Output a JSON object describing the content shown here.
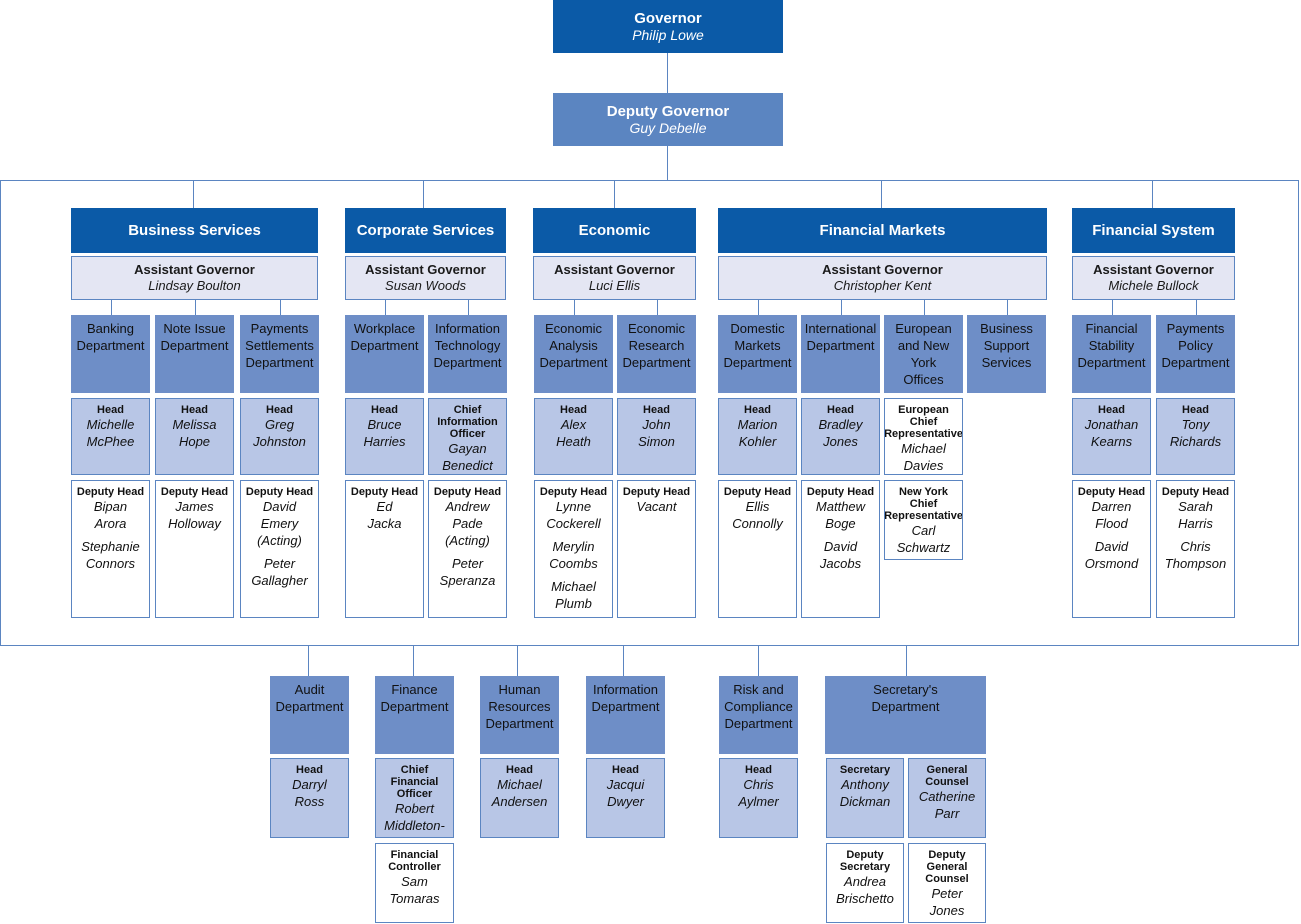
{
  "governor": {
    "title": "Governor",
    "name": "Philip Lowe"
  },
  "deputy_governor": {
    "title": "Deputy Governor",
    "name": "Guy Debelle"
  },
  "groups": [
    {
      "name": "Business Services",
      "ag_title": "Assistant Governor",
      "ag_name": "Lindsay Boulton"
    },
    {
      "name": "Corporate Services",
      "ag_title": "Assistant Governor",
      "ag_name": "Susan Woods"
    },
    {
      "name": "Economic",
      "ag_title": "Assistant Governor",
      "ag_name": "Luci Ellis"
    },
    {
      "name": "Financial Markets",
      "ag_title": "Assistant Governor",
      "ag_name": "Christopher Kent"
    },
    {
      "name": "Financial System",
      "ag_title": "Assistant Governor",
      "ag_name": "Michele Bullock"
    }
  ],
  "departments": [
    {
      "name": "Banking\nDepartment",
      "head": {
        "role": "Head",
        "names": [
          "Michelle\nMcPhee"
        ]
      },
      "deputy": {
        "role": "Deputy Head",
        "names": [
          "Bipan\nArora",
          "Stephanie\nConnors"
        ]
      }
    },
    {
      "name": "Note Issue\nDepartment",
      "head": {
        "role": "Head",
        "names": [
          "Melissa\nHope"
        ]
      },
      "deputy": {
        "role": "Deputy Head",
        "names": [
          "James\nHolloway"
        ]
      }
    },
    {
      "name": "Payments\nSettlements\nDepartment",
      "head": {
        "role": "Head",
        "names": [
          "Greg\nJohnston"
        ]
      },
      "deputy": {
        "role": "Deputy Head",
        "names": [
          "David\nEmery\n(Acting)",
          "Peter\nGallagher"
        ]
      }
    },
    {
      "name": "Workplace\nDepartment",
      "head": {
        "role": "Head",
        "names": [
          "Bruce\nHarries"
        ]
      },
      "deputy": {
        "role": "Deputy Head",
        "names": [
          "Ed\nJacka"
        ]
      }
    },
    {
      "name": "Information\nTechnology\nDepartment",
      "head": {
        "role": "Chief\nInformation\nOfficer",
        "names": [
          "Gayan\nBenedict"
        ]
      },
      "deputy": {
        "role": "Deputy Head",
        "names": [
          "Andrew Pade\n(Acting)",
          "Peter\nSperanza"
        ]
      }
    },
    {
      "name": "Economic\nAnalysis\nDepartment",
      "head": {
        "role": "Head",
        "names": [
          "Alex\nHeath"
        ]
      },
      "deputy": {
        "role": "Deputy Head",
        "names": [
          "Lynne\nCockerell",
          "Merylin\nCoombs",
          "Michael\nPlumb"
        ]
      }
    },
    {
      "name": "Economic\nResearch\nDepartment",
      "head": {
        "role": "Head",
        "names": [
          "John\nSimon"
        ]
      },
      "deputy": {
        "role": "Deputy Head",
        "names": [
          "Vacant"
        ]
      }
    },
    {
      "name": "Domestic\nMarkets\nDepartment",
      "head": {
        "role": "Head",
        "names": [
          "Marion\nKohler"
        ]
      },
      "deputy": {
        "role": "Deputy Head",
        "names": [
          "Ellis\nConnolly"
        ]
      }
    },
    {
      "name": "International\nDepartment",
      "head": {
        "role": "Head",
        "names": [
          "Bradley\nJones"
        ]
      },
      "deputy": {
        "role": "Deputy Head",
        "names": [
          "Matthew\nBoge",
          "David\nJacobs"
        ]
      }
    },
    {
      "name": "European\nand New York\nOffices",
      "head": {
        "role": "European Chief\nRepresentative",
        "names": [
          "Michael\nDavies"
        ]
      },
      "deputy": {
        "role": "New York Chief\nRepresentative",
        "names": [
          "Carl\nSchwartz"
        ]
      }
    },
    {
      "name": "Business\nSupport\nServices"
    },
    {
      "name": "Financial\nStability\nDepartment",
      "head": {
        "role": "Head",
        "names": [
          "Jonathan\nKearns"
        ]
      },
      "deputy": {
        "role": "Deputy Head",
        "names": [
          "Darren\nFlood",
          "David\nOrsmond"
        ]
      }
    },
    {
      "name": "Payments\nPolicy\nDepartment",
      "head": {
        "role": "Head",
        "names": [
          "Tony\nRichards"
        ]
      },
      "deputy": {
        "role": "Deputy Head",
        "names": [
          "Sarah\nHarris",
          "Chris\nThompson"
        ]
      }
    }
  ],
  "bottom_departments": [
    {
      "name": "Audit\nDepartment",
      "head": {
        "role": "Head",
        "names": [
          "Darryl\nRoss"
        ]
      }
    },
    {
      "name": "Finance\nDepartment",
      "head": {
        "role": "Chief Financial\nOfficer",
        "names": [
          "Robert\nMiddleton-\nJones"
        ]
      },
      "deputy": {
        "role": "Financial\nController",
        "names": [
          "Sam\nTomaras"
        ]
      }
    },
    {
      "name": "Human\nResources\nDepartment",
      "head": {
        "role": "Head",
        "names": [
          "Michael\nAndersen"
        ]
      }
    },
    {
      "name": "Information\nDepartment",
      "head": {
        "role": "Head",
        "names": [
          "Jacqui\nDwyer"
        ]
      }
    },
    {
      "name": "Risk and\nCompliance\nDepartment",
      "head": {
        "role": "Head",
        "names": [
          "Chris\nAylmer"
        ]
      }
    },
    {
      "name": "Secretary's\nDepartment",
      "sub": [
        {
          "role": "Secretary",
          "names": [
            "Anthony\nDickman"
          ]
        },
        {
          "role": "General\nCounsel",
          "names": [
            "Catherine\nParr"
          ]
        },
        {
          "role": "Deputy\nSecretary",
          "names": [
            "Andrea\nBrischetto"
          ]
        },
        {
          "role": "Deputy General\nCounsel",
          "names": [
            "Peter\nJones"
          ]
        }
      ]
    }
  ],
  "colors": {
    "dark_blue": "#0b5aa7",
    "mid_blue": "#6e8ec7",
    "light_blue": "#b8c6e6",
    "lavender": "#e4e6f3"
  }
}
